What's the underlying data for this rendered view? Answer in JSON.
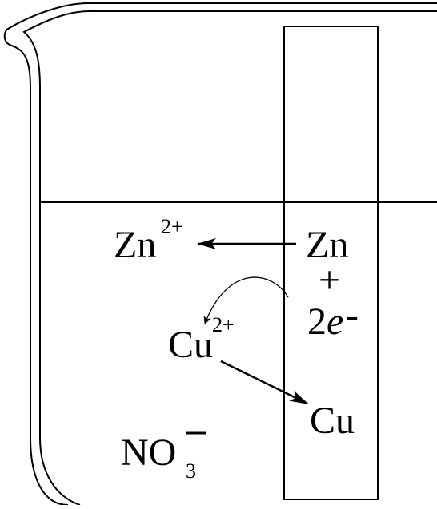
{
  "diagram": {
    "labels": {
      "zn_ion": "Zn",
      "zn_ion_charge": "2+",
      "zn_metal": "Zn",
      "plus": "+",
      "electrons_coef": "2",
      "electrons_symbol": "e",
      "electrons_sign": "-",
      "cu_ion": "Cu",
      "cu_ion_charge": "2+",
      "cu_metal": "Cu",
      "nitrate": "NO",
      "nitrate_subscript": "3",
      "nitrate_charge": "−"
    },
    "colors": {
      "stroke": "#000000",
      "background": "#ffffff"
    }
  }
}
